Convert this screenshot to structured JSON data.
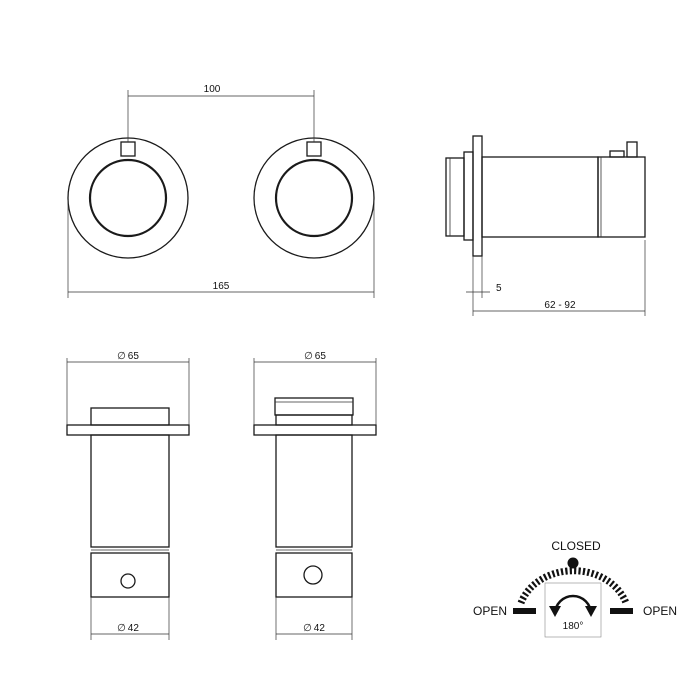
{
  "dimensions": {
    "center_distance": "100",
    "overall_width": "165",
    "plate_thickness": "5",
    "depth_range": "62 - 92",
    "plate_diameter_left": "65",
    "plate_diameter_right": "65",
    "body_diameter_left": "42",
    "body_diameter_right": "42",
    "diameter_symbol": "∅"
  },
  "rotation_diagram": {
    "closed_label": "CLOSED",
    "open_left_label": "OPEN",
    "open_right_label": "OPEN",
    "rotation_angle": "180°"
  }
}
